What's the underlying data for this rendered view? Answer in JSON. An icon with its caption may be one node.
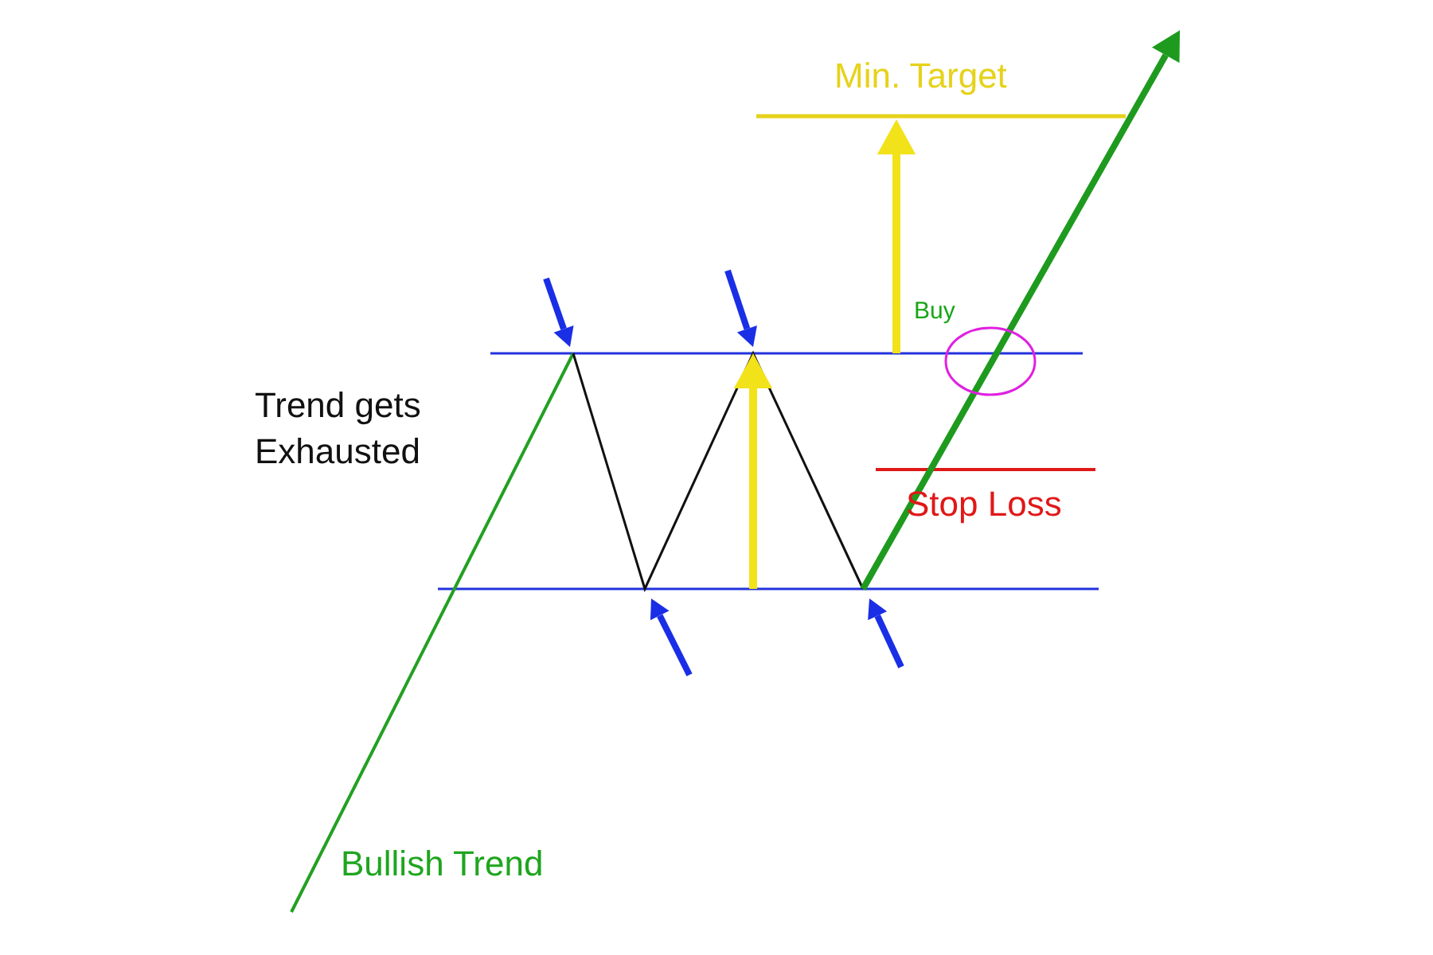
{
  "diagram": {
    "labels": [
      "Min. Target",
      "Buy",
      "Trend gets Exhausted",
      "Stop Loss",
      "Bullish Trend"
    ]
  }
}
